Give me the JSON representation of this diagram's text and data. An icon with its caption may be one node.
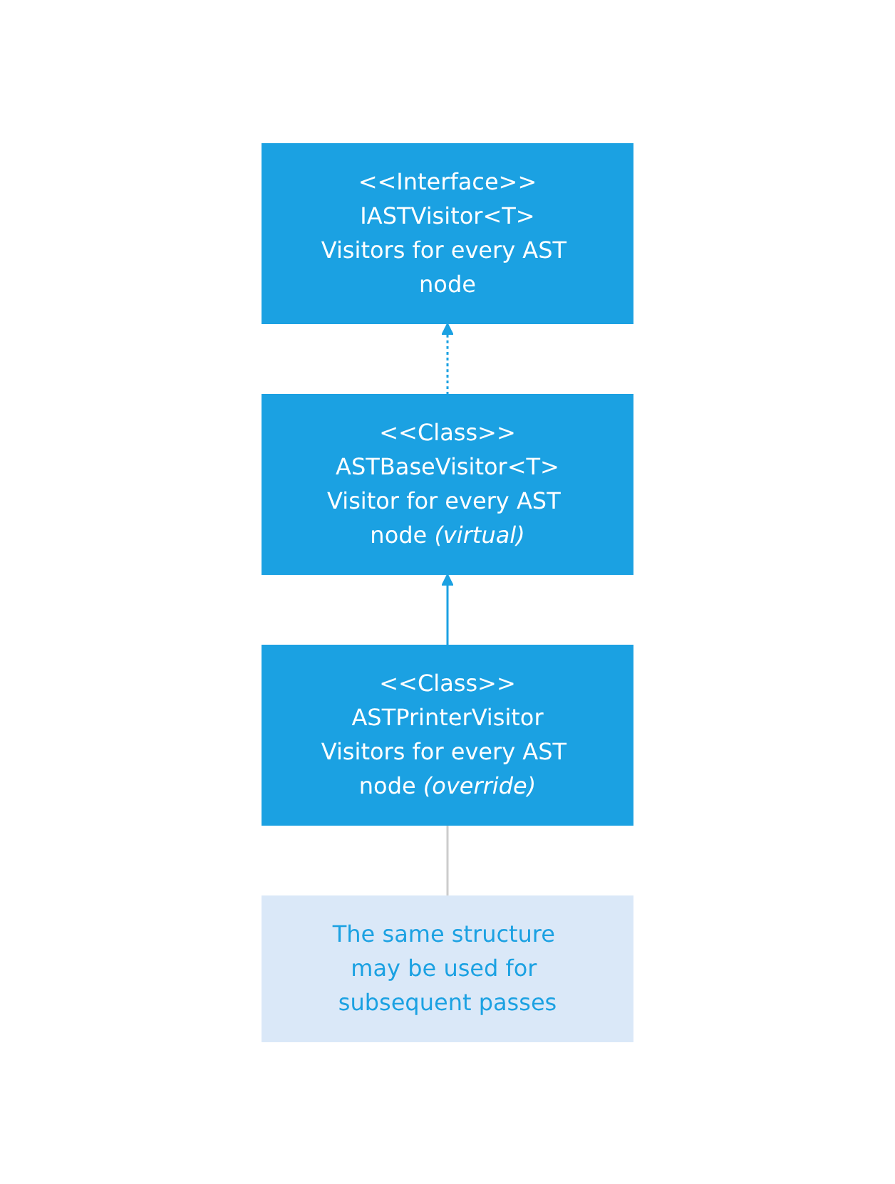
{
  "diagram": {
    "nodes": [
      {
        "text": [
          "<<Interface>>",
          "IASTVisitor<T>",
          "Visitors for every AST node"
        ]
      },
      {
        "text": [
          "<<Class>>",
          "ASTBaseVisitor<T>",
          "Visitor for every AST node *(virtual)*"
        ]
      },
      {
        "text": [
          "The same structure may be used for subsequent passes"
        ]
      },
      {
        "text": [
          "<<Class>>",
          "ASTPrinterVisitor",
          "Visitors for every AST node *(override)*"
        ]
      }
    ],
    "edges": [
      {
        "from": 1,
        "to": 0,
        "arrow": "to",
        "style": "dashed"
      },
      {
        "from": 3,
        "to": 1,
        "arrow": "to"
      },
      {
        "from": 2,
        "to": 3,
        "arrow": "none",
        "color": "#cccccc"
      }
    ]
  }
}
